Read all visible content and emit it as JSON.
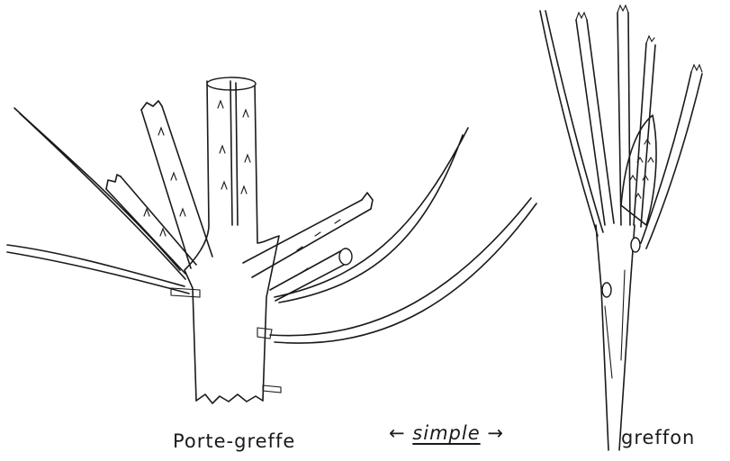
{
  "diagram": {
    "labels": {
      "rootstock": "Porte-greffe",
      "scion": "greffon",
      "arrow_left": "←",
      "arrow_word": "simple",
      "arrow_right": "→"
    },
    "colors": {
      "ink": "#1a1a1a",
      "paper": "#ffffff"
    }
  }
}
